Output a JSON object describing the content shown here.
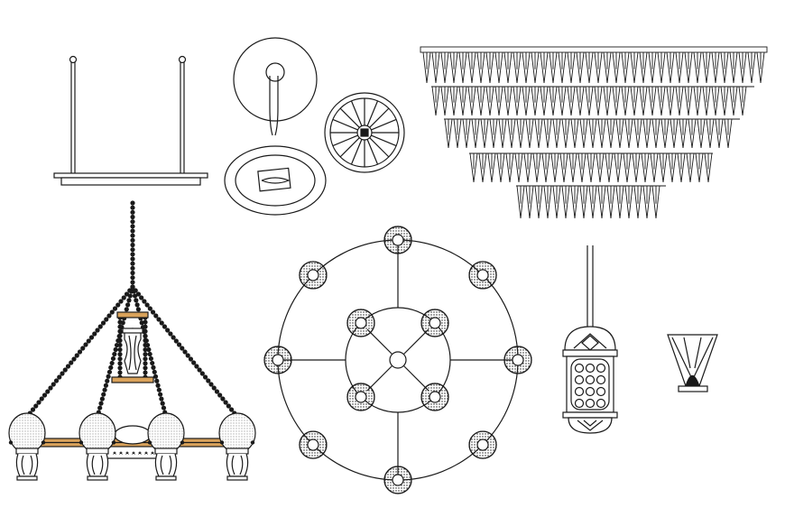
{
  "colors": {
    "background": "#ffffff",
    "stroke": "#1a1a1a",
    "accent_wood": "#d9a25a"
  },
  "drawings": [
    {
      "id": "rectangular-pendant",
      "icon": "rectangular-pendant-icon"
    },
    {
      "id": "oval-wall-lamp",
      "icon": "oval-wall-lamp-icon"
    },
    {
      "id": "wheel-ceiling-light",
      "icon": "wheel-ceiling-light-icon"
    },
    {
      "id": "tiered-crystal-chandelier",
      "icon": "tiered-crystal-chandelier-icon",
      "tiers": 5
    },
    {
      "id": "beaded-chain-chandelier",
      "icon": "beaded-chain-chandelier-icon",
      "globes": 4
    },
    {
      "id": "radial-chandelier-plan",
      "icon": "radial-chandelier-plan-icon",
      "outer_lamps": 8,
      "inner_lamps": 4
    },
    {
      "id": "lantern-pendant",
      "icon": "lantern-pendant-icon"
    },
    {
      "id": "cone-wall-sconce",
      "icon": "cone-wall-sconce-icon"
    }
  ]
}
